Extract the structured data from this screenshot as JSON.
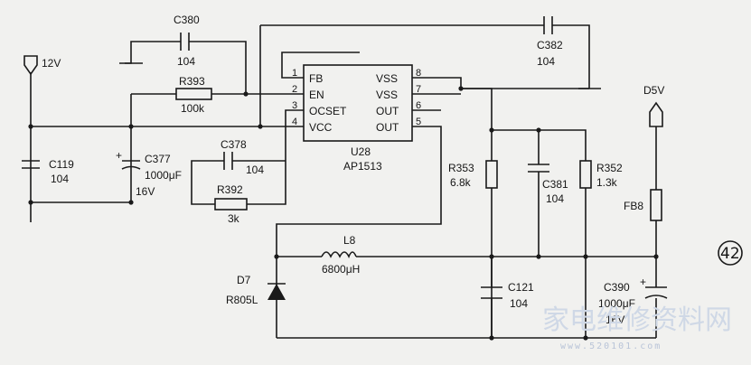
{
  "diagram": {
    "ic": {
      "ref": "U28",
      "part": "AP1513",
      "pins_left": [
        "FB",
        "EN",
        "OCSET",
        "VCC"
      ],
      "pins_right": [
        "VSS",
        "VSS",
        "OUT",
        "OUT"
      ],
      "num_left": [
        "1",
        "2",
        "3",
        "4"
      ],
      "num_right": [
        "8",
        "7",
        "6",
        "5"
      ]
    },
    "rails": {
      "input": "12V",
      "output": "D5V"
    },
    "components": [
      {
        "ref": "C380",
        "value": "104"
      },
      {
        "ref": "R393",
        "value": "100k"
      },
      {
        "ref": "C119",
        "value": "104"
      },
      {
        "ref": "C377",
        "value": "1000μF",
        "rating": "16V"
      },
      {
        "ref": "C378",
        "value": "104"
      },
      {
        "ref": "R392",
        "value": "3k"
      },
      {
        "ref": "C382",
        "value": "104"
      },
      {
        "ref": "R353",
        "value": "6.8k"
      },
      {
        "ref": "C381",
        "value": "104"
      },
      {
        "ref": "R352",
        "value": "1.3k"
      },
      {
        "ref": "FB8",
        "value": ""
      },
      {
        "ref": "L8",
        "value": "6800μH"
      },
      {
        "ref": "D7",
        "value": "R805L"
      },
      {
        "ref": "C121",
        "value": "104"
      },
      {
        "ref": "C390",
        "value": "1000μF",
        "rating": "16V"
      }
    ],
    "page_marker": "42",
    "watermark": {
      "text": "家电维修资料网",
      "url": "www.520101.com"
    }
  }
}
